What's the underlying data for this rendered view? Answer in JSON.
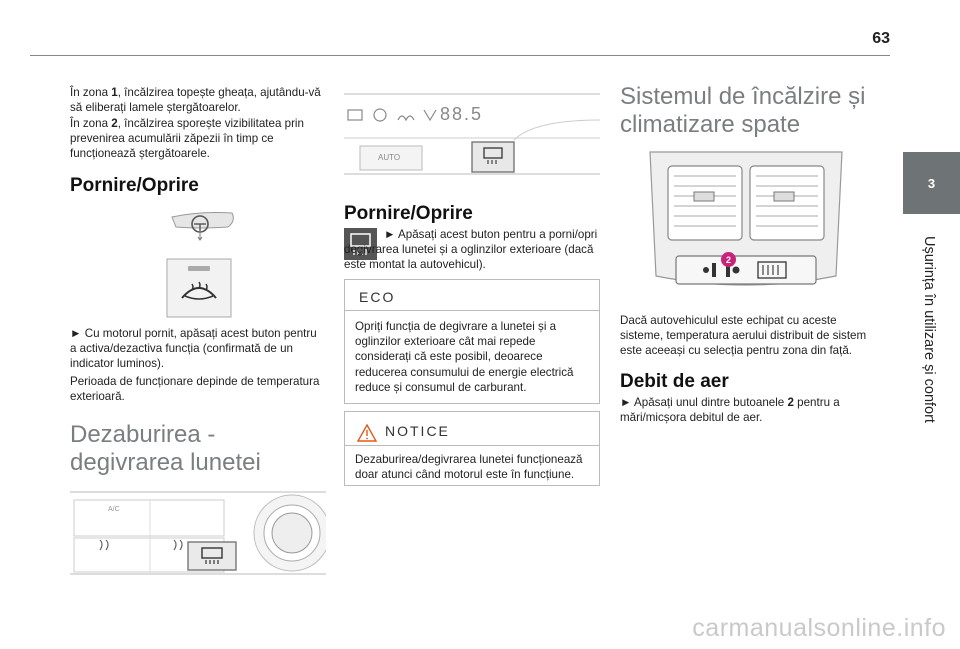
{
  "page": {
    "number": "63",
    "section_number": "3",
    "section_title": "Ușurința în utilizare și confort"
  },
  "col1": {
    "intro_zone1_a": "În zona ",
    "intro_zone1_num": "1",
    "intro_zone1_b": ", încălzirea topește gheața, ajutându-vă să eliberați lamele ștergătoarelor.",
    "intro_zone2_a": "În zona ",
    "intro_zone2_num": "2",
    "intro_zone2_b": ", încălzirea sporește vizibilitatea prin prevenirea acumulării zăpezii în timp ce funcționează ștergătoarele.",
    "heading_onoff": "Pornire/Oprire",
    "step_text": "► Cu motorul pornit, apăsați acest buton pentru a activa/dezactiva funcția (confirmată de un indicator luminos).",
    "note_text": "Perioada de funcționare depinde de temperatura exterioară.",
    "section_title": "Dezaburirea - degivrarea lunetei",
    "panel_ac_label": "A/C"
  },
  "col2": {
    "panel_auto_label": "AUTO",
    "panel_display": "88.5",
    "heading_onoff": "Pornire/Oprire",
    "step_text": "► Apăsați acest buton pentru a porni/opri degivrarea lunetei și a oglinzilor exterioare (dacă este montat la autovehicul).",
    "eco": {
      "title": "ECO",
      "text": "Opriți funcția de degivrare a lunetei și a oglinzilor exterioare cât mai repede considerați că este posibil, deoarece reducerea consumului de energie electrică reduce și consumul de carburant."
    },
    "notice": {
      "title": "NOTICE",
      "text": "Dezaburirea/degivrarea lunetei funcționează doar atunci când motorul este în funcțiune."
    }
  },
  "col3": {
    "section_title": "Sistemul de încălzire și climatizare spate",
    "callout_number": "2",
    "intro_text": "Dacă autovehiculul este echipat cu aceste sisteme, temperatura aerului distribuit de sistem este aceeași cu selecția pentru zona din față.",
    "heading_airflow": "Debit de aer",
    "step_a": "► Apăsați unul dintre butoanele ",
    "step_num": "2",
    "step_b": " pentru a mări/micșora debitul de aer."
  },
  "watermark": "carmanualsonline.info",
  "colors": {
    "tab_bg": "#6e7476",
    "heading_grey": "#7a7e80",
    "callout_pink": "#c8237a",
    "notice_orange": "#e35a1c"
  }
}
